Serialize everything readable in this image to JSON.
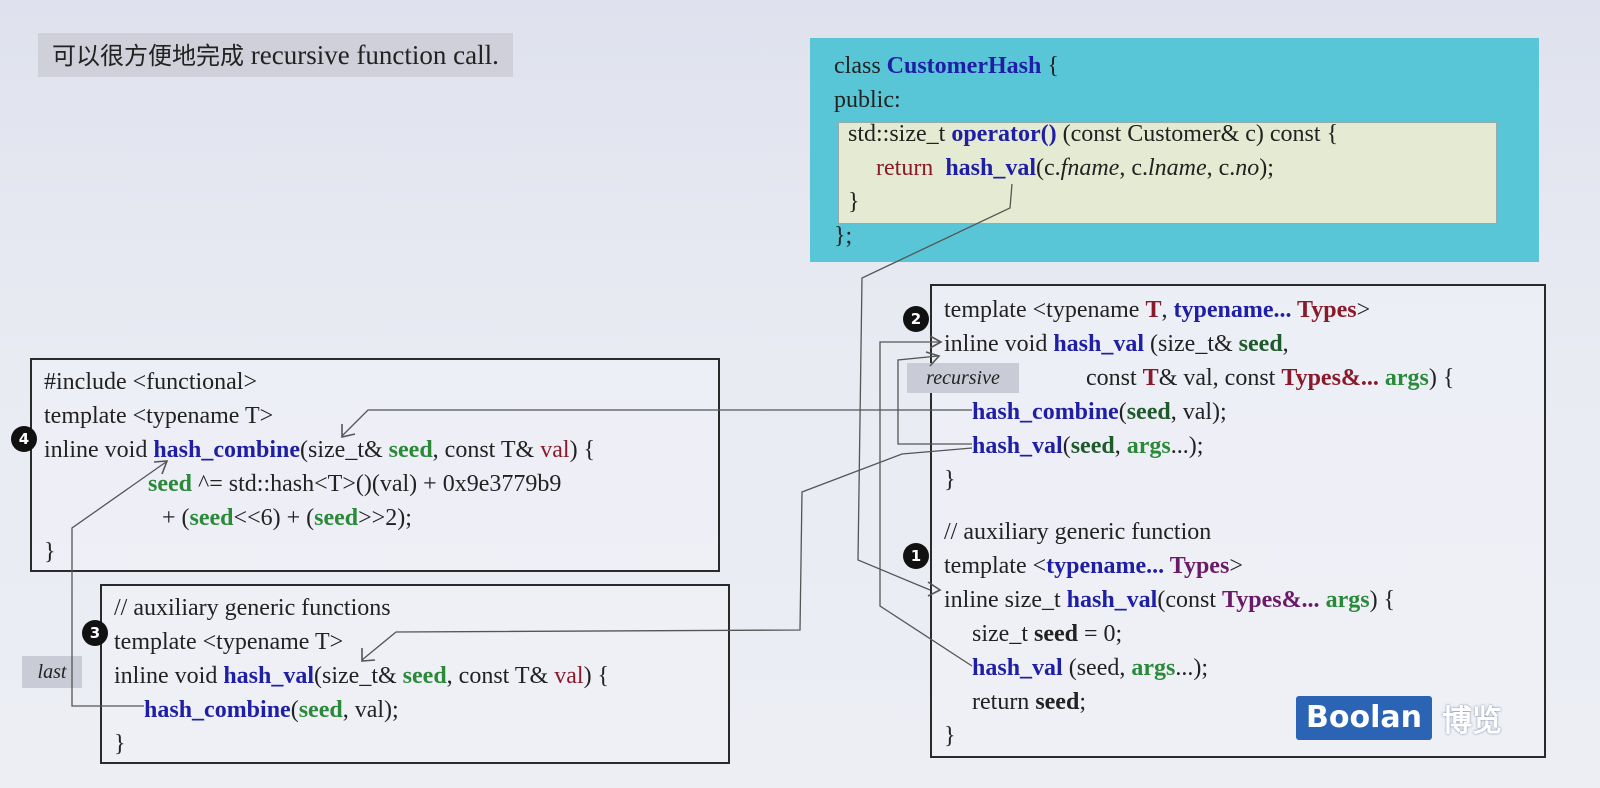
{
  "title": {
    "cjk": "可以很方便地完成",
    "latin": " recursive function call."
  },
  "customer_hash": {
    "l1": {
      "a": "class ",
      "b": "CustomerHash",
      "c": " {"
    },
    "l2": "public:",
    "l3": {
      "a": "std::size_t ",
      "b": "operator()",
      "c": " (const Customer& c) const {"
    },
    "l4": {
      "a": "return ",
      "b": "hash_val",
      "c": "(c.",
      "d": "fname",
      ",e": "",
      "e": ", c.",
      "f": "lname",
      "g": ", c.",
      "h": "no",
      "i": ");"
    },
    "l5": "}",
    "l6": "};"
  },
  "box2": {
    "l1": {
      "a": "template <typename ",
      "b": "T",
      ",c": "",
      "c": ", ",
      "d": "typename... ",
      "e": "Types",
      "f": ">"
    },
    "l2": {
      "a": "inline void ",
      "b": "hash_val",
      "c": " (size_t& ",
      "d": "seed",
      ",e": "",
      "e": ","
    },
    "l3": {
      "a": "const ",
      "b": "T",
      "c": "& val, const ",
      "d": "Types&... ",
      "e": "args",
      "f": ") {"
    },
    "l4": {
      "a": "hash_combine",
      "b": "(",
      "c": "seed",
      "d": ", val);"
    },
    "l5": {
      "a": "hash_val",
      "b": "(",
      "c": "seed",
      "d": ", ",
      "e": "args",
      "f": "...);"
    },
    "l6": "}"
  },
  "box1": {
    "l1": "// auxiliary generic function",
    "l2": {
      "a": "template <",
      "b": "typename... ",
      "c": "Types",
      "d": ">"
    },
    "l3": {
      "a": "inline size_t ",
      "b": "hash_val",
      "c": "(const ",
      "d": "Types&... ",
      "e": "args",
      "f": ") {"
    },
    "l4": {
      "a": "size_t ",
      "b": "seed",
      "c": " = 0;"
    },
    "l5": {
      "a": "hash_val",
      "b": " (seed, ",
      "c": "args",
      "d": "...);"
    },
    "l6": {
      "a": "return ",
      "b": "seed",
      "c": ";"
    },
    "l7": "}"
  },
  "box4": {
    "l1": "#include <functional>",
    "l2": "template <typename T>",
    "l3": {
      "a": "inline void ",
      "b": "hash_combine",
      "c": "(size_t& ",
      "d": "seed",
      "e": ", const T& ",
      "f": "val",
      "g": ") {"
    },
    "l4": {
      "a": "seed",
      "b": " ^= std::hash<T>()(val) + 0x9e3779b9"
    },
    "l5": {
      "a": "+ (",
      "b": "seed",
      "c": "<<6) + (",
      "d": "seed",
      "e": ">>2);"
    },
    "l6": "}"
  },
  "box3": {
    "l1": "// auxiliary generic functions",
    "l2": "template <typename T>",
    "l3": {
      "a": "inline void ",
      "b": "hash_val",
      "c": "(size_t& ",
      "d": "seed",
      "e": ", const T& ",
      "f": "val",
      "g": ") {"
    },
    "l4": {
      "a": "hash_combine",
      "b": "(",
      "c": "seed",
      "d": ", val);"
    },
    "l5": "}"
  },
  "badges": {
    "one": "1",
    "two": "2",
    "three": "3",
    "four": "4"
  },
  "tags": {
    "recursive": "recursive",
    "last": "last"
  },
  "logo": {
    "latin": "Boolan",
    "cjk": "博览"
  },
  "colors": {
    "cyan": "#58c6d6",
    "keyword": "#1f1fa6",
    "type": "#6a1a66",
    "param": "#2a8a3a",
    "logo": "#2b63b5"
  }
}
